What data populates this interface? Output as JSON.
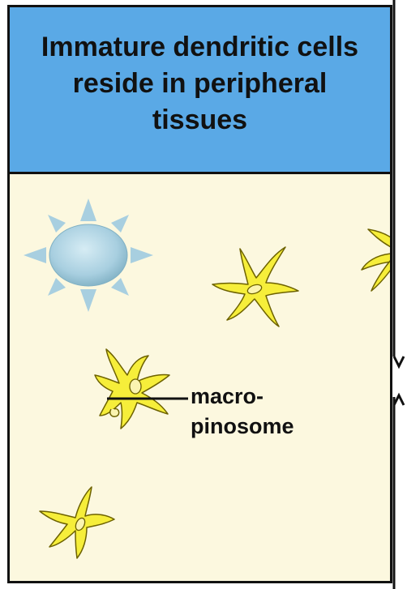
{
  "header": {
    "title": "Immature dendritic cells\nreside in peripheral\ntissues"
  },
  "labels": {
    "macropinosome_line1": "macro-",
    "macropinosome_line2": "pinosome"
  },
  "colors": {
    "header_bg": "#5aa9e6",
    "body_bg": "#fcf8df",
    "cell_fill": "#f6ee3a",
    "cell_stroke": "#6d6200",
    "pathogen_fill": "#a8cfe0",
    "border": "#111111"
  },
  "icons": [
    "pathogen-icon",
    "dendritic-cell-icon"
  ]
}
